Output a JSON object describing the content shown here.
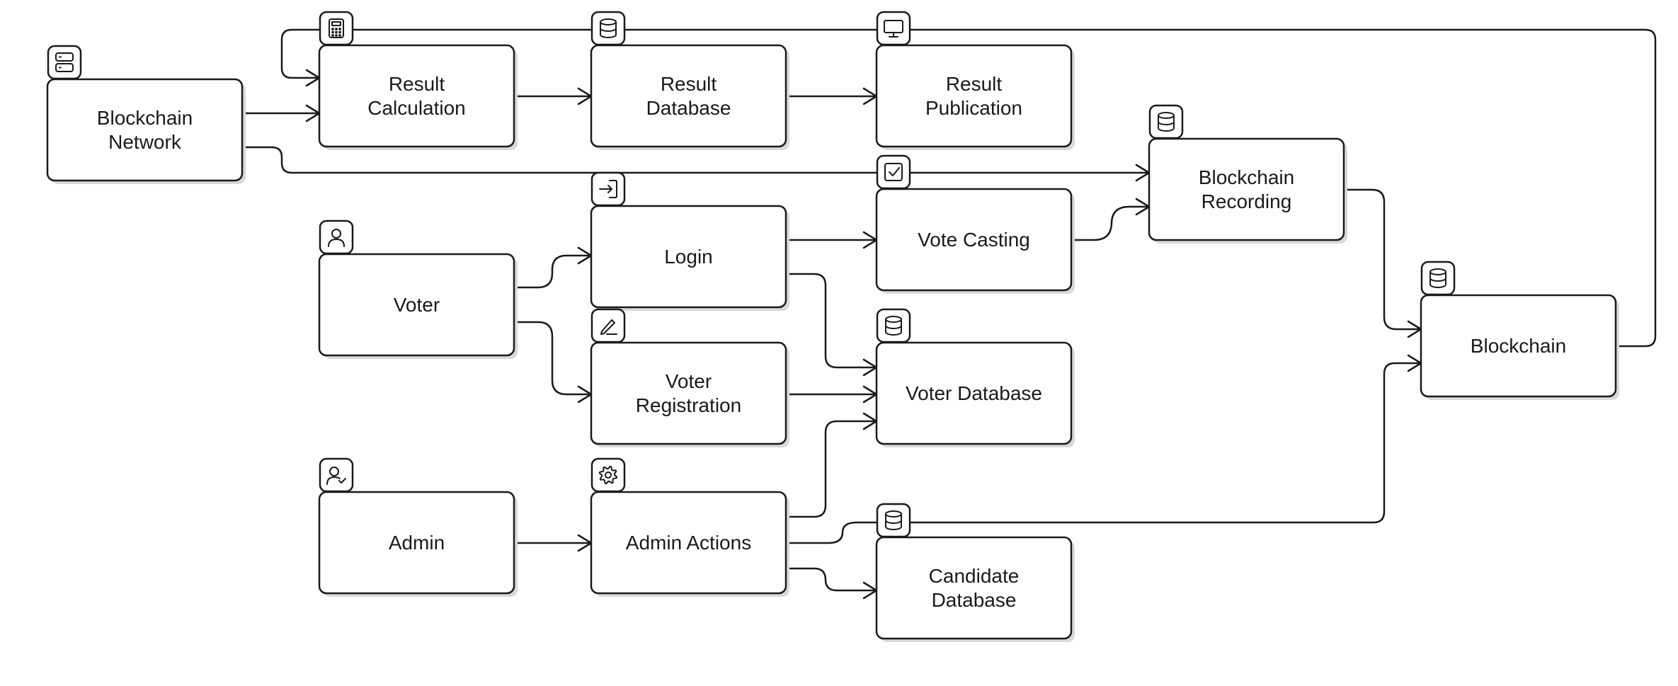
{
  "nodes": [
    {
      "id": "blockchain-network",
      "lines": [
        "Blockchain",
        "Network"
      ],
      "icon": "server-icon"
    },
    {
      "id": "result-calculation",
      "lines": [
        "Result",
        "Calculation"
      ],
      "icon": "calculator-icon"
    },
    {
      "id": "result-database",
      "lines": [
        "Result",
        "Database"
      ],
      "icon": "database-icon"
    },
    {
      "id": "result-publication",
      "lines": [
        "Result",
        "Publication"
      ],
      "icon": "monitor-icon"
    },
    {
      "id": "blockchain-recording",
      "lines": [
        "Blockchain",
        "Recording"
      ],
      "icon": "database-icon"
    },
    {
      "id": "voter",
      "lines": [
        "Voter"
      ],
      "icon": "user-icon"
    },
    {
      "id": "login",
      "lines": [
        "Login"
      ],
      "icon": "login-icon"
    },
    {
      "id": "vote-casting",
      "lines": [
        "Vote Casting"
      ],
      "icon": "checkbox-icon"
    },
    {
      "id": "blockchain",
      "lines": [
        "Blockchain"
      ],
      "icon": "database-icon"
    },
    {
      "id": "voter-registration",
      "lines": [
        "Voter",
        "Registration"
      ],
      "icon": "pen-icon"
    },
    {
      "id": "voter-database",
      "lines": [
        "Voter Database"
      ],
      "icon": "database-icon"
    },
    {
      "id": "admin",
      "lines": [
        "Admin"
      ],
      "icon": "user-check-icon"
    },
    {
      "id": "admin-actions",
      "lines": [
        "Admin Actions"
      ],
      "icon": "gear-icon"
    },
    {
      "id": "candidate-database",
      "lines": [
        "Candidate",
        "Database"
      ],
      "icon": "database-icon"
    }
  ],
  "edges": [
    {
      "from": "blockchain-network",
      "to": "result-calculation"
    },
    {
      "from": "blockchain-network",
      "to": "blockchain-recording"
    },
    {
      "from": "result-calculation",
      "to": "result-database"
    },
    {
      "from": "result-database",
      "to": "result-publication"
    },
    {
      "from": "blockchain",
      "to": "result-calculation"
    },
    {
      "from": "voter",
      "to": "login"
    },
    {
      "from": "voter",
      "to": "voter-registration"
    },
    {
      "from": "login",
      "to": "vote-casting"
    },
    {
      "from": "login",
      "to": "voter-database"
    },
    {
      "from": "voter-registration",
      "to": "voter-database"
    },
    {
      "from": "vote-casting",
      "to": "blockchain-recording"
    },
    {
      "from": "blockchain-recording",
      "to": "blockchain"
    },
    {
      "from": "admin",
      "to": "admin-actions"
    },
    {
      "from": "admin-actions",
      "to": "voter-database"
    },
    {
      "from": "admin-actions",
      "to": "blockchain"
    },
    {
      "from": "admin-actions",
      "to": "candidate-database"
    }
  ]
}
